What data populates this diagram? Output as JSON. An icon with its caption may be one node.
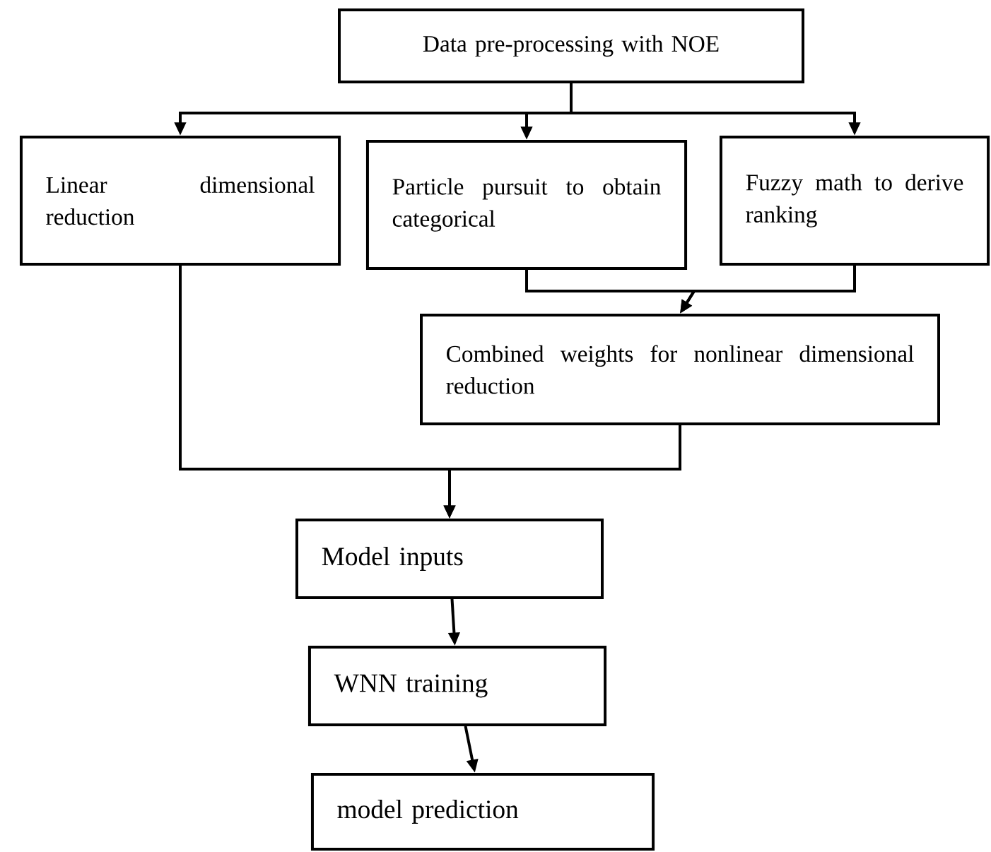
{
  "diagram": {
    "nodes": [
      {
        "text": [
          "Data pre-processing with NOE"
        ]
      },
      {
        "text": [
          "Linear dimensional reduction"
        ]
      },
      {
        "text": [
          "Particle pursuit to obtain categorical"
        ]
      },
      {
        "text": [
          "Fuzzy math to derive ranking"
        ]
      },
      {
        "text": [
          "Combined weights for nonlinear dimensional reduction"
        ]
      },
      {
        "text": [
          "Model inputs"
        ]
      },
      {
        "text": [
          "WNN training"
        ]
      },
      {
        "text": [
          "model prediction"
        ]
      }
    ],
    "edges": [
      {
        "from": 0,
        "to": 1,
        "arrow": "to"
      },
      {
        "from": 0,
        "to": 2,
        "arrow": "to"
      },
      {
        "from": 0,
        "to": 3,
        "arrow": "to"
      },
      {
        "from": 2,
        "to": 4,
        "arrow": "to"
      },
      {
        "from": 3,
        "to": 4,
        "arrow": "to"
      },
      {
        "from": 1,
        "to": 5,
        "arrow": "to"
      },
      {
        "from": 4,
        "to": 5,
        "arrow": "to"
      },
      {
        "from": 5,
        "to": 6,
        "arrow": "to"
      },
      {
        "from": 6,
        "to": 7,
        "arrow": "to"
      }
    ]
  }
}
